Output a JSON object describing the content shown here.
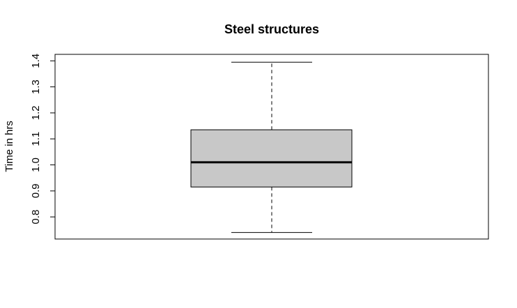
{
  "chart_data": {
    "type": "boxplot",
    "title": "Steel structures",
    "xlabel": "",
    "ylabel": "Time in hrs",
    "ylim": [
      0.715,
      1.425
    ],
    "yticks": [
      "0.8",
      "0.9",
      "1.0",
      "1.1",
      "1.2",
      "1.3",
      "1.4"
    ],
    "grid": false,
    "legend": "none",
    "box": {
      "lower_whisker": 0.74,
      "q1": 0.915,
      "median": 1.01,
      "q3": 1.135,
      "upper_whisker": 1.395
    },
    "colors": {
      "box_fill": "#c8c8c8",
      "stroke": "#000000"
    }
  }
}
